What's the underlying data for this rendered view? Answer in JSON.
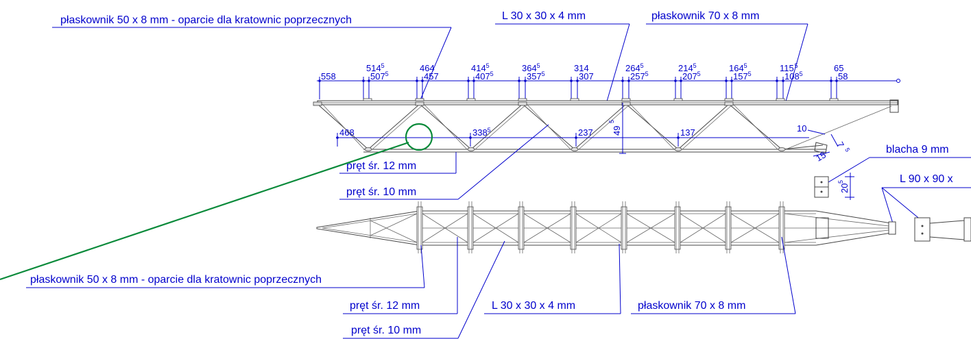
{
  "labels": {
    "top_flat50": "płaskownik 50 x 8 mm - oparcie dla kratownic poprzecznych",
    "top_angle": "L 30 x 30 x 4 mm",
    "top_flat70": "płaskownik 70 x 8 mm",
    "rod12_top": "pręt śr. 12 mm",
    "rod10_top": "pręt śr. 10 mm",
    "plate9": "blacha 9 mm",
    "angle90": "L 90 x 90 x",
    "bot_flat50": "płaskownik 50 x 8 mm - oparcie dla kratownic poprzecznych",
    "bot_rod12": "pręt śr. 12 mm",
    "bot_angle": "L 30 x 30 x 4 mm",
    "bot_flat70": "płaskownik 70 x 8 mm",
    "bot_rod10": "pręt śr. 10 mm"
  },
  "top_dims": [
    {
      "main": "558",
      "sup": ""
    },
    {
      "main": "514",
      "sup": "5"
    },
    {
      "main": "507",
      "sup": "5"
    },
    {
      "main": "464",
      "sup": ""
    },
    {
      "main": "457",
      "sup": ""
    },
    {
      "main": "414",
      "sup": "5"
    },
    {
      "main": "407",
      "sup": "5"
    },
    {
      "main": "364",
      "sup": "5"
    },
    {
      "main": "357",
      "sup": "5"
    },
    {
      "main": "314",
      "sup": ""
    },
    {
      "main": "307",
      "sup": ""
    },
    {
      "main": "264",
      "sup": "5"
    },
    {
      "main": "257",
      "sup": "5"
    },
    {
      "main": "214",
      "sup": "5"
    },
    {
      "main": "207",
      "sup": "5"
    },
    {
      "main": "164",
      "sup": "5"
    },
    {
      "main": "157",
      "sup": "5"
    },
    {
      "main": "115",
      "sup": "5"
    },
    {
      "main": "108",
      "sup": "5"
    },
    {
      "main": "65",
      "sup": ""
    },
    {
      "main": "58",
      "sup": ""
    }
  ],
  "bottom_dims": [
    {
      "main": "468",
      "sup": ""
    },
    {
      "main": "338",
      "sup": "5"
    },
    {
      "main": "237",
      "sup": ""
    },
    {
      "main": "137",
      "sup": ""
    }
  ],
  "height_dim": {
    "main": "49",
    "sup": "5"
  },
  "detail_dims": {
    "d10": "10",
    "d7": "7",
    "d7sup": "5",
    "d15": "15",
    "d20": "20",
    "d20sup": "5"
  },
  "colors": {
    "dimension": "#0000cc",
    "structure": "#444444",
    "highlight": "#0a8a3a"
  }
}
